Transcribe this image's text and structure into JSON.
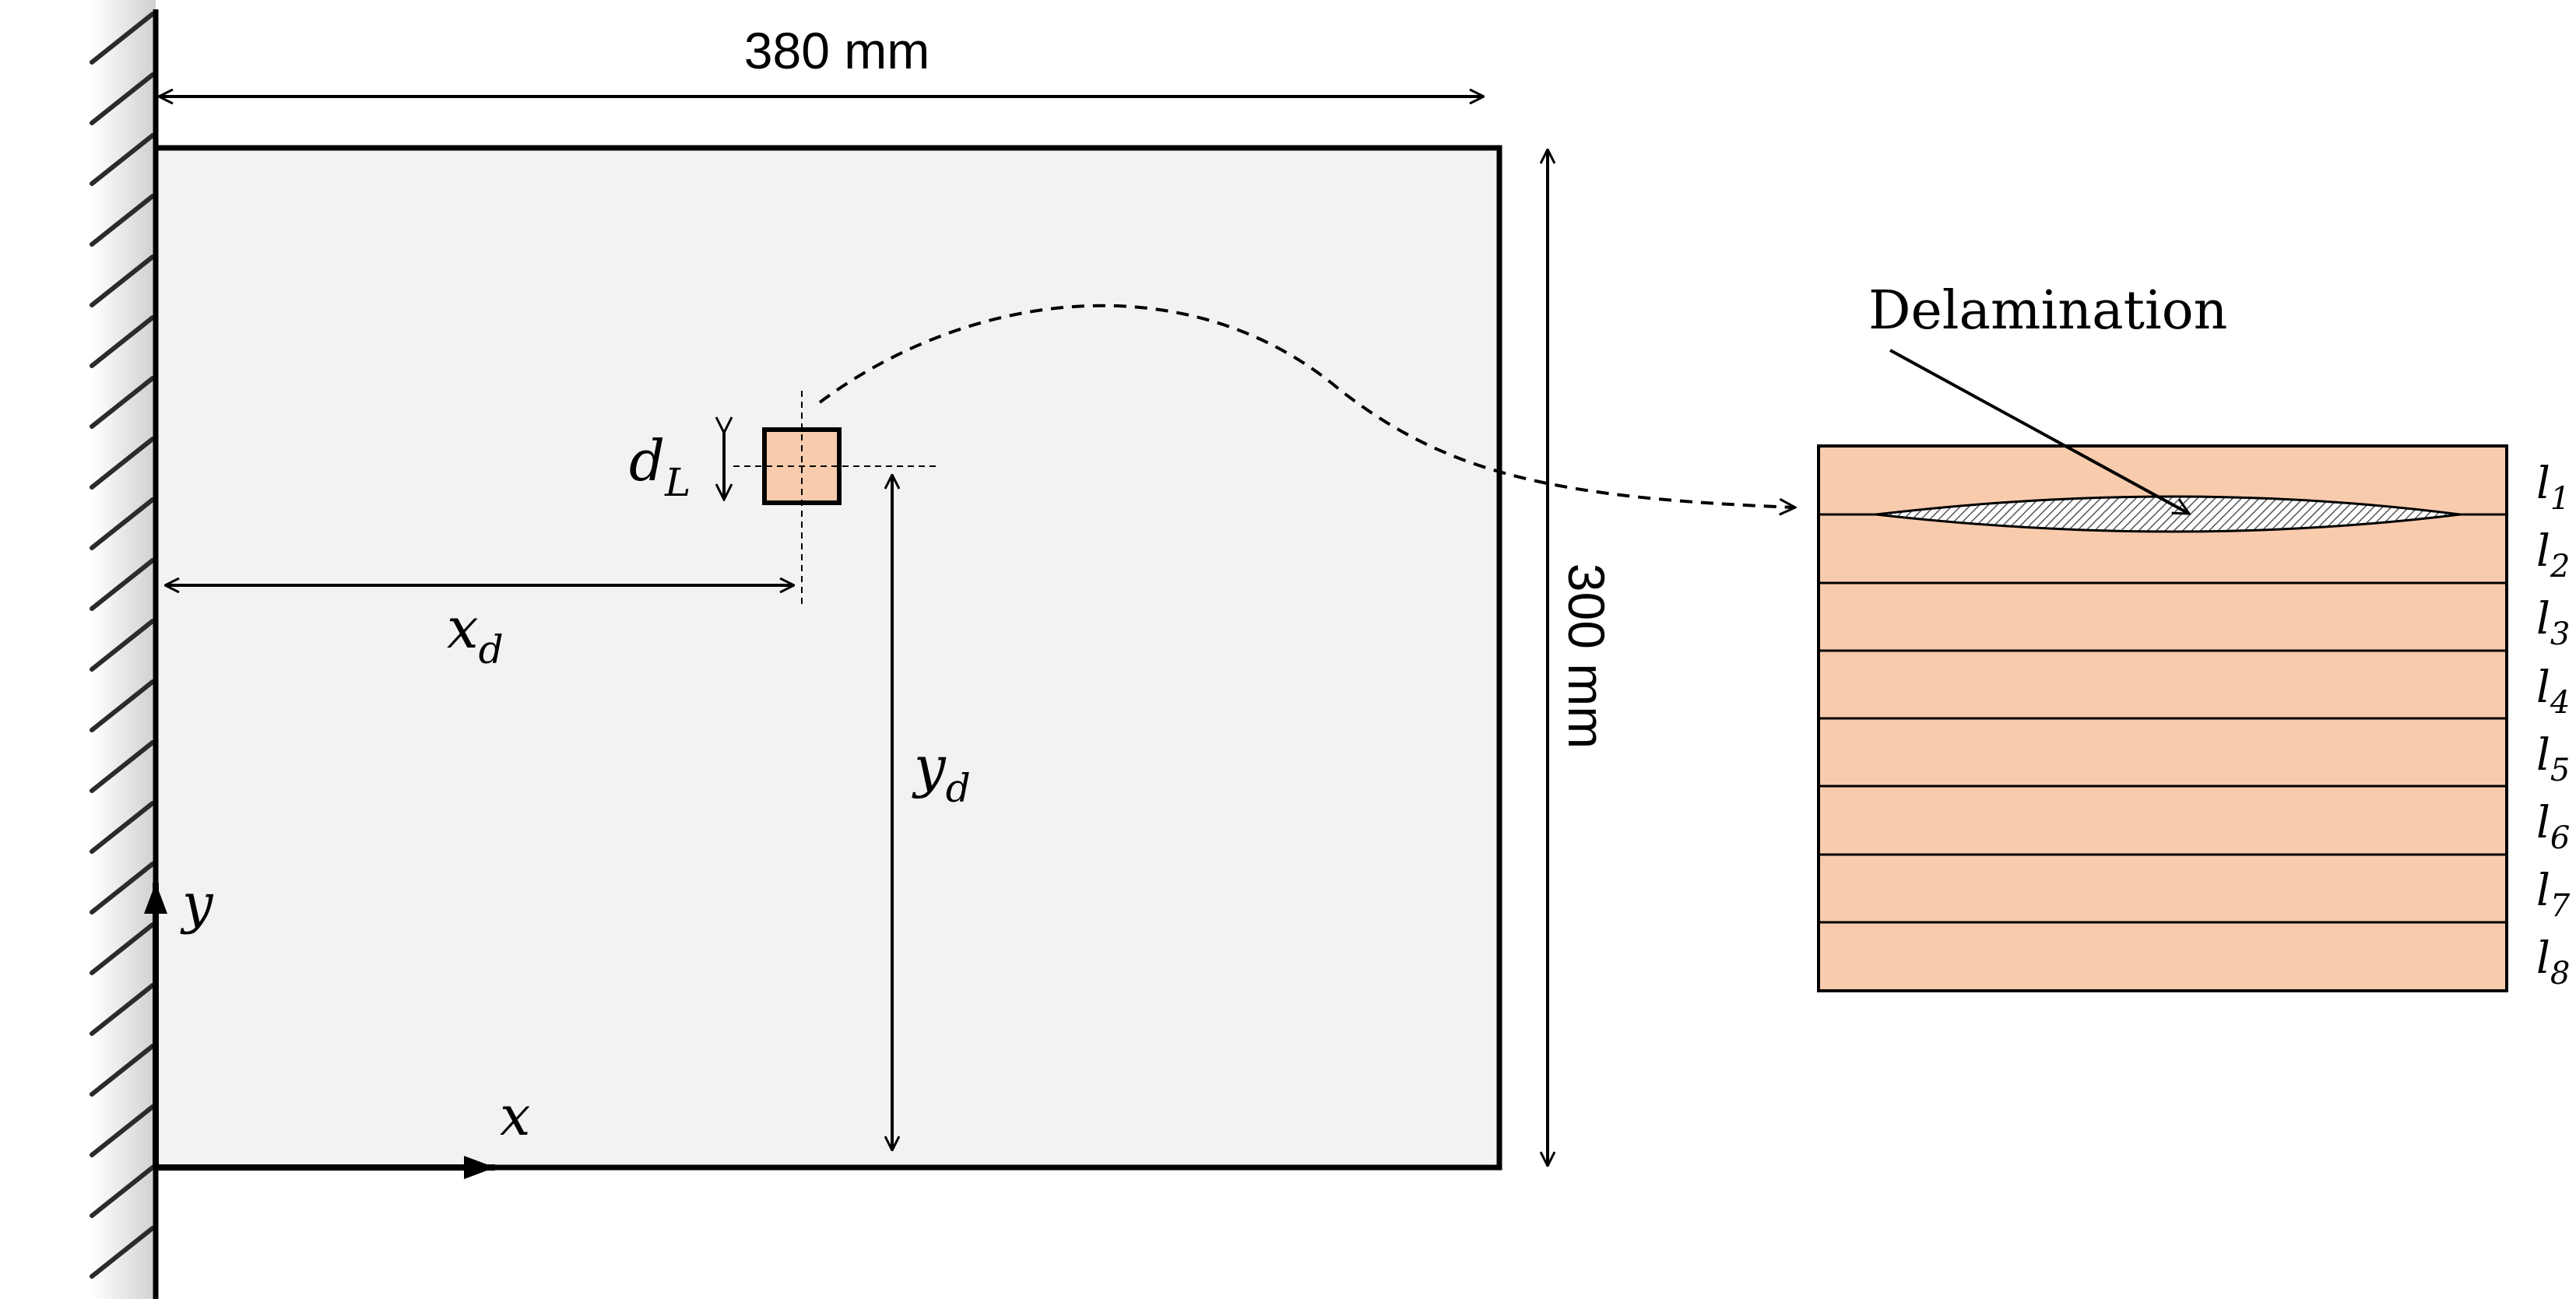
{
  "dimensions": {
    "width_label": "380 mm",
    "height_label": "300 mm"
  },
  "axes": {
    "x_label": "x",
    "y_label": "y"
  },
  "damage": {
    "size_label_main": "d",
    "size_label_sub": "L",
    "xd_main": "x",
    "xd_sub": "d",
    "yd_main": "y",
    "yd_sub": "d"
  },
  "laminate": {
    "delamination_label": "Delamination",
    "layers": [
      {
        "main": "l",
        "sub": "1"
      },
      {
        "main": "l",
        "sub": "2"
      },
      {
        "main": "l",
        "sub": "3"
      },
      {
        "main": "l",
        "sub": "4"
      },
      {
        "main": "l",
        "sub": "5"
      },
      {
        "main": "l",
        "sub": "6"
      },
      {
        "main": "l",
        "sub": "7"
      },
      {
        "main": "l",
        "sub": "8"
      }
    ]
  },
  "colors": {
    "plate_fill": "#f2f2f2",
    "ply_fill": "#f8cbad",
    "stroke": "#000000"
  }
}
